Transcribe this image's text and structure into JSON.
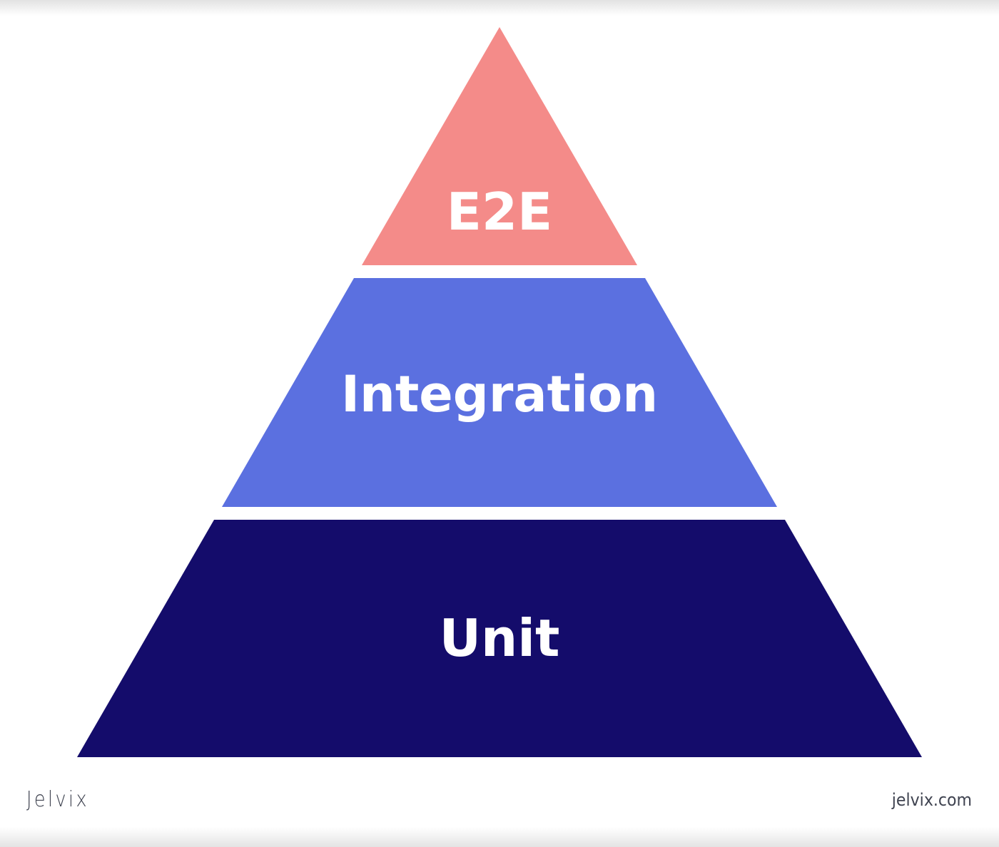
{
  "diagram": {
    "type": "pyramid",
    "levels": [
      {
        "label": "E2E",
        "color": "#f48b89"
      },
      {
        "label": "Integration",
        "color": "#5b70e0"
      },
      {
        "label": "Unit",
        "color": "#140c6b"
      }
    ]
  },
  "footer": {
    "logo": "Jelvix",
    "site": "jelvix.com"
  }
}
